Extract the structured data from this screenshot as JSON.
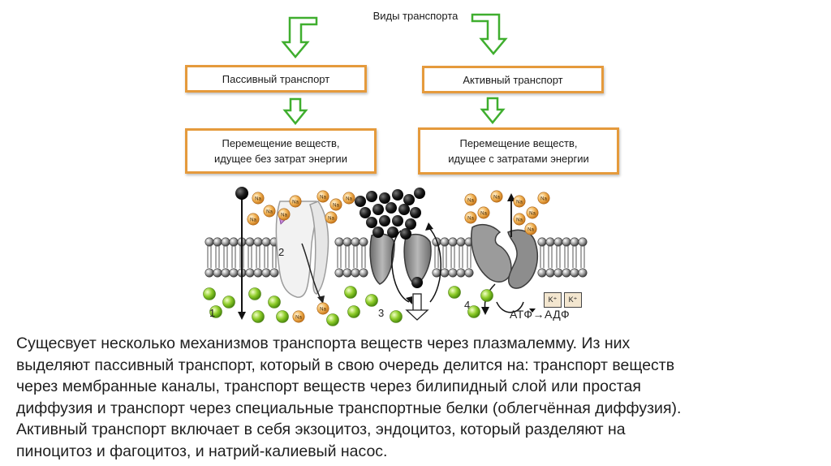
{
  "diagram": {
    "title": "Виды транспорта",
    "passive_label": "Пассивный транспорт",
    "active_label": "Активный транспорт",
    "passive_desc_line1": "Перемещение веществ,",
    "passive_desc_line2": "идущее без затрат энергии",
    "active_desc_line1": "Перемещение веществ,",
    "active_desc_line2": "идущее с затратами энергии",
    "numbers": [
      "1",
      "2",
      "3",
      "4"
    ],
    "ion_na": "Na",
    "ion_k": "K⁺",
    "atp_adp": "АТФ→АДФ",
    "colors": {
      "box_border": "#e59a3c",
      "arrow_fill": "#ffffff",
      "arrow_stroke": "#3fae2e",
      "na_ion": "#f2b457",
      "k_ion": "#8fcd2a",
      "black_particle": "#1b1b1b"
    }
  },
  "description": {
    "line1": "Сущесвует несколько механизмов транспорта веществ через  плазмалемму. Из них",
    "line2": "выделяют пассивный транспорт, который в свою очередь делится на: транспорт веществ",
    "line3": "через мембранные каналы, транспорт веществ через билипидный слой или простая",
    "line4": "диффузия и транспорт через специальные транспортные белки (облегчённая диффузия).",
    "line5": "Активный транспорт включает в себя экзоцитоз, эндоцитоз, который разделяют на",
    "line6": "пиноцитоз и фагоцитоз, и натрий-калиевый насос."
  }
}
